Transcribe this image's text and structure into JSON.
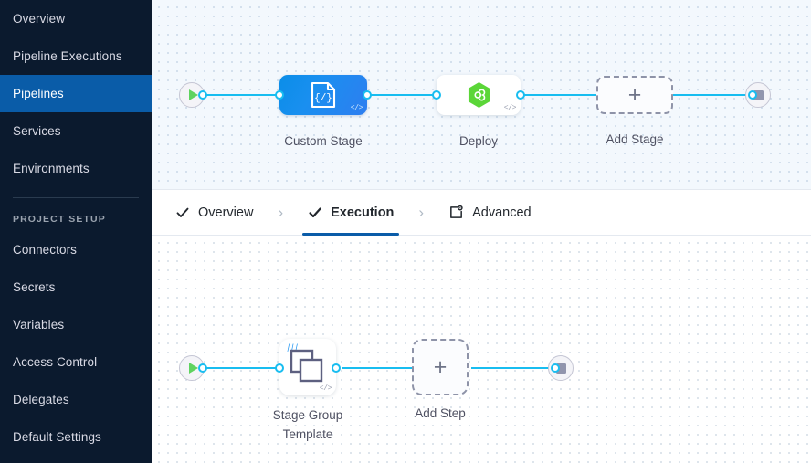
{
  "theme": {
    "sidebar_bg": "#0b1a2e",
    "sidebar_active_bg": "#0a5ca8",
    "accent_blue": "#0a5ca8",
    "connector_blue": "#18bdf0",
    "deploy_green": "#5bd638",
    "play_green": "#5fd35f",
    "stage_blue_start": "#0a8ee8",
    "stage_blue_end": "#2e7ef0",
    "canvas_top_bg": "#f3f8fd",
    "canvas_bottom_bg": "#ffffff",
    "label_gray": "#4f5162"
  },
  "sidebar": {
    "items": [
      {
        "label": "Overview",
        "active": false
      },
      {
        "label": "Pipeline Executions",
        "active": false
      },
      {
        "label": "Pipelines",
        "active": true
      },
      {
        "label": "Services",
        "active": false
      },
      {
        "label": "Environments",
        "active": false
      }
    ],
    "section_title": "PROJECT SETUP",
    "setup_items": [
      {
        "label": "Connectors"
      },
      {
        "label": "Secrets"
      },
      {
        "label": "Variables"
      },
      {
        "label": "Access Control"
      },
      {
        "label": "Delegates"
      },
      {
        "label": "Default Settings"
      }
    ]
  },
  "tabs": [
    {
      "label": "Overview",
      "icon": "check-icon",
      "active": false,
      "completed": true
    },
    {
      "label": "Execution",
      "icon": "check-icon",
      "active": true,
      "completed": true
    },
    {
      "label": "Advanced",
      "icon": "advanced-icon",
      "active": false,
      "completed": false
    }
  ],
  "tab_separator": "›",
  "stage_canvas": {
    "start_node": {
      "icon": "play-icon"
    },
    "end_node": {
      "icon": "stop-icon"
    },
    "nodes": [
      {
        "label": "Custom Stage",
        "type": "custom-stage",
        "icon": "custom-stage-icon",
        "badge": "</>"
      },
      {
        "label": "Deploy",
        "type": "deploy-stage",
        "icon": "harness-hexagon-icon",
        "badge": "</>"
      },
      {
        "label": "Add Stage",
        "type": "add-stage",
        "icon": "plus-icon",
        "badge": ""
      }
    ]
  },
  "step_canvas": {
    "start_node": {
      "icon": "play-icon"
    },
    "end_node": {
      "icon": "stop-icon"
    },
    "nodes": [
      {
        "label_line1": "Stage Group",
        "label_line2": "Template",
        "type": "stage-group-template",
        "icon": "layers-icon",
        "badge": "</>",
        "template_badge": "|||"
      },
      {
        "label_line1": "Add Step",
        "label_line2": "",
        "type": "add-step",
        "icon": "plus-icon",
        "badge": "",
        "template_badge": ""
      }
    ]
  },
  "glyphs": {
    "plus": "+"
  }
}
